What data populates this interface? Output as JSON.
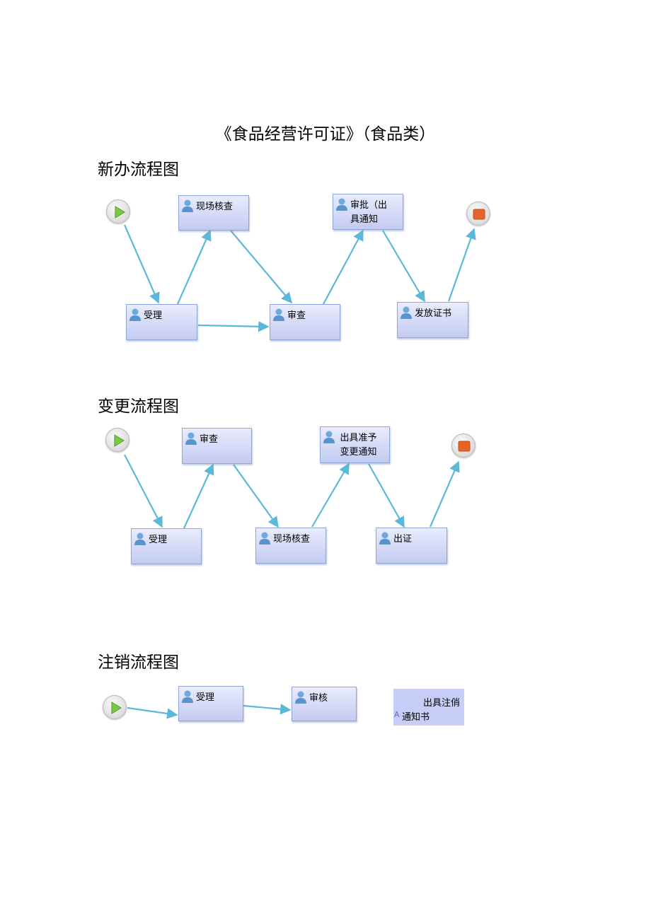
{
  "doc_title": "《食品经营许可证》（食品类）",
  "colors": {
    "arrow": "#5cb8d8",
    "node_border": "#8fa6d8",
    "start_play": "#7ac943",
    "end_stop": "#e8632a"
  },
  "sections": [
    {
      "title": "新办流程图",
      "nodes": [
        {
          "label": "现场核查"
        },
        {
          "label": "审批（出具通知"
        },
        {
          "label": "受理"
        },
        {
          "label": "审查"
        },
        {
          "label": "发放证书"
        }
      ]
    },
    {
      "title": "变更流程图",
      "nodes": [
        {
          "label": "审查"
        },
        {
          "label": "出具准予变更通知"
        },
        {
          "label": "受理"
        },
        {
          "label": "现场核查"
        },
        {
          "label": "出证"
        }
      ]
    },
    {
      "title": "注销流程图",
      "nodes": [
        {
          "label": "受理"
        },
        {
          "label": "审核"
        }
      ],
      "loose_box": {
        "line1": "出具注俏",
        "marker": "A",
        "line2": "通知书"
      }
    }
  ]
}
